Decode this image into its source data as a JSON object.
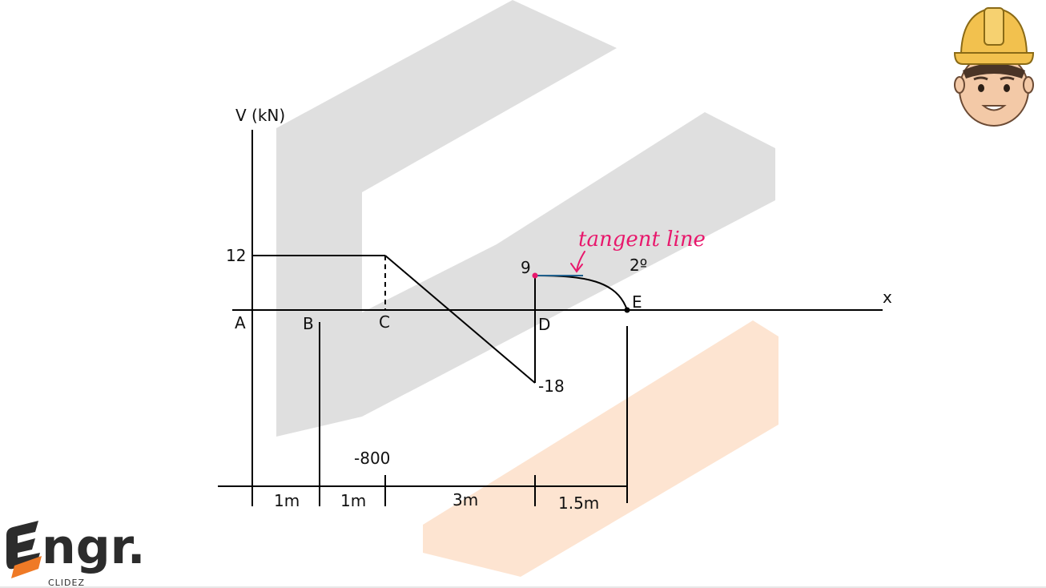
{
  "diagram": {
    "y_axis_label": "V (kN)",
    "x_axis_label": "x",
    "points": {
      "a": "A",
      "b": "B",
      "c": "C",
      "d": "D",
      "e": "E"
    },
    "values": {
      "v12": "12",
      "v9": "9",
      "v_minus18": "-18",
      "v_minus800": "-800"
    },
    "degree": "2º",
    "annotation": "tangent line",
    "dimensions": [
      "1m",
      "1m",
      "3m",
      "1.5m"
    ]
  },
  "logo": {
    "main": "ngr.",
    "sub": "CLIDEZ"
  },
  "colors": {
    "annotation": "#e8186c",
    "tangent": "#1f5f8b",
    "watermark_gray": "#dcdcdc",
    "watermark_orange": "#fde3cf"
  },
  "icons": [
    "engineer-avatar-icon",
    "engr-logo-icon"
  ]
}
